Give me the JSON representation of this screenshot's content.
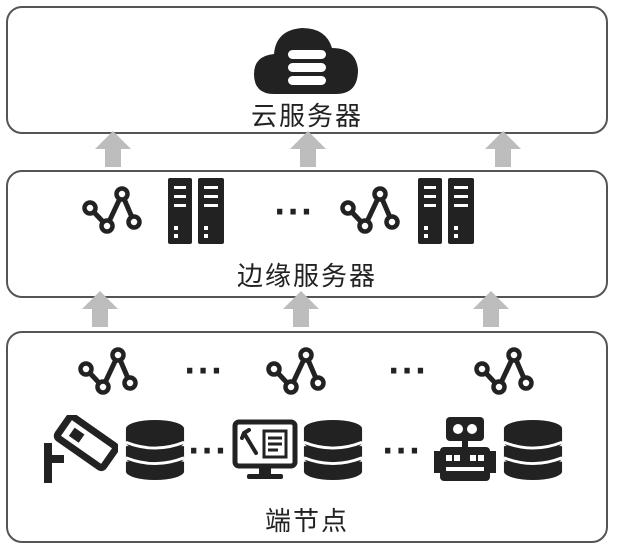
{
  "tiers": {
    "cloud": {
      "label": "云服务器"
    },
    "edge": {
      "label": "边缘服务器"
    },
    "end": {
      "label": "端节点"
    }
  },
  "ellipsis": "···",
  "icons": {
    "cloud": "cloud-server-icon",
    "edge_network": "network-node-icon",
    "edge_server": "server-rack-icon",
    "end_network": "network-node-icon",
    "end_camera": "camera-icon",
    "end_database": "database-icon",
    "end_monitor": "monitor-icon",
    "end_robot": "robot-icon",
    "arrow": "up-arrow-icon"
  },
  "colors": {
    "icon": "#222222",
    "border": "#555555",
    "arrow": "#bdbdbd"
  }
}
